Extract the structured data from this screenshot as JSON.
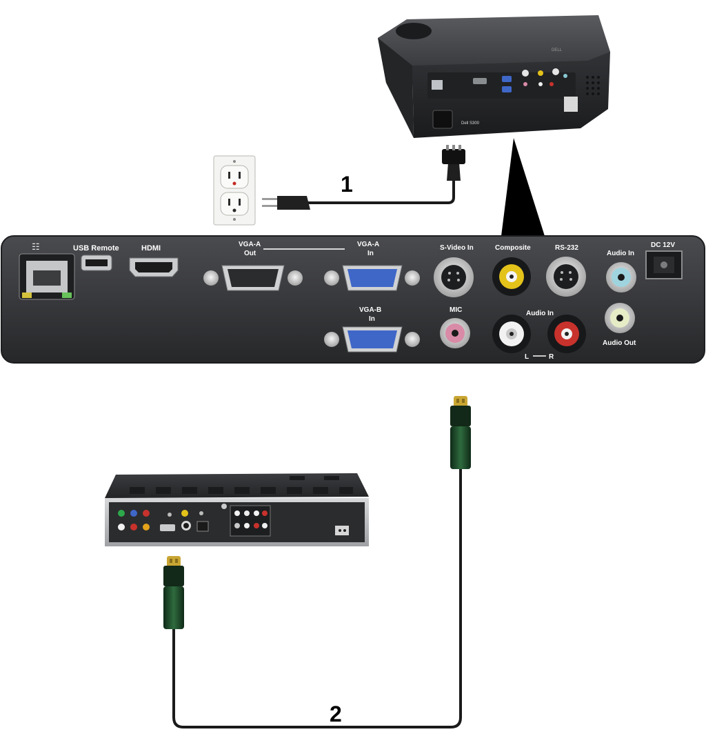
{
  "projector": {
    "model_label": "Dell S300",
    "brand_label": "DELL"
  },
  "callouts": {
    "power_cable": "1",
    "svideo_cable": "2"
  },
  "panel": {
    "usb_remote": "USB Remote",
    "hdmi": "HDMI",
    "vga_a_out_top": "VGA-A",
    "vga_a_out_bottom": "Out",
    "vga_a_in_top": "VGA-A",
    "vga_a_in_bottom": "In",
    "vga_b_in_top": "VGA-B",
    "vga_b_in_bottom": "In",
    "svideo_in": "S-Video In",
    "composite": "Composite",
    "rs232": "RS-232",
    "audio_in_right": "Audio In",
    "dc_12v": "DC 12V",
    "mic": "MIC",
    "audio_in_lr": "Audio In",
    "audio_out": "Audio Out",
    "left_channel": "L",
    "right_channel": "R"
  },
  "colors": {
    "panel": "#37383b",
    "panel_edge": "#1c1d1f",
    "vga_blue": "#3f67c8",
    "cable": "#1a1a1a",
    "connector_green": "#1f4a2a",
    "pin_gold": "#c9a633"
  }
}
